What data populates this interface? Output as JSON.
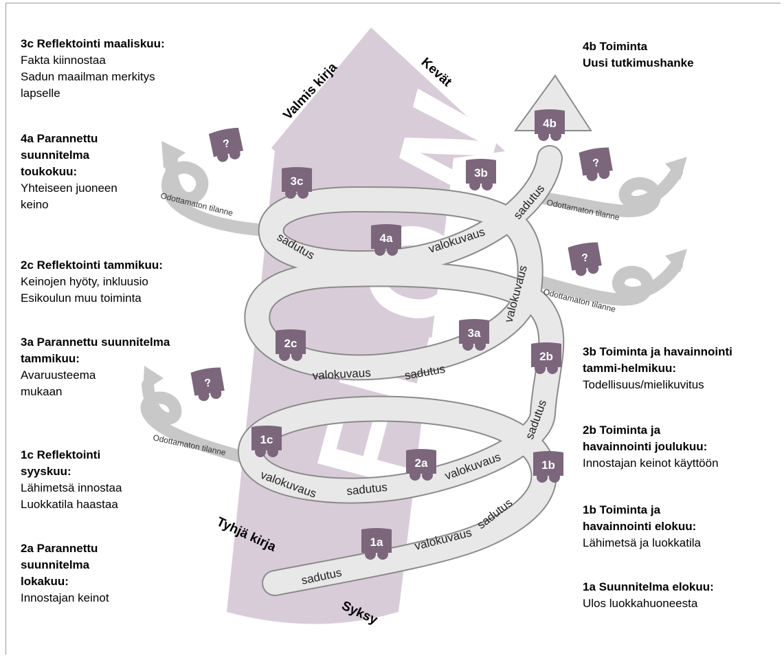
{
  "colors": {
    "flow_arrow": "#d9ccd9",
    "flow_text": "#ffffff",
    "spiral_fill": "#e8e8e8",
    "spiral_stroke": "#8a8a8a",
    "branch_arrow": "#c8c8c8",
    "node": "#7b667b",
    "node_text": "#ffffff"
  },
  "flow_label": "FLOW",
  "axis_labels": {
    "empty_book": "Tyhjä kirja",
    "autumn": "Syksy",
    "finished_book": "Valmis kirja",
    "spring": "Kevät"
  },
  "nodes": [
    "1a",
    "1b",
    "1c",
    "2a",
    "2b",
    "2c",
    "3a",
    "3b",
    "3c",
    "4a",
    "4b"
  ],
  "question_mark": "?",
  "band_words": {
    "sadutus": "sadutus",
    "valokuvaus": "valokuvaus",
    "unexpected": "Odottamaton tilanne"
  },
  "left_texts": [
    {
      "id": "3c",
      "heading": [
        "3c Reflektointi maaliskuu:"
      ],
      "body": [
        "Fakta kiinnostaa",
        "Sadun maailman merkitys",
        "lapselle"
      ]
    },
    {
      "id": "4a",
      "heading": [
        "4a Parannettu",
        "suunnitelma",
        "toukokuu:"
      ],
      "body": [
        "Yhteiseen juoneen",
        "keino"
      ]
    },
    {
      "id": "2c",
      "heading": [
        "2c Reflektointi tammikuu:"
      ],
      "body": [
        "Keinojen hyöty, inkluusio",
        "Esikoulun muu toiminta"
      ]
    },
    {
      "id": "3a",
      "heading": [
        "3a Parannettu suunnitelma",
        "tammikuu:"
      ],
      "body": [
        "Avaruusteema",
        "mukaan"
      ]
    },
    {
      "id": "1c",
      "heading": [
        "1c Reflektointi",
        "syyskuu:"
      ],
      "body": [
        "Lähimetsä innostaa",
        "Luokkatila haastaa"
      ]
    },
    {
      "id": "2a",
      "heading": [
        "2a Parannettu",
        "suunnitelma",
        "lokakuu:"
      ],
      "body": [
        "Innostajan keinot"
      ]
    }
  ],
  "right_texts": [
    {
      "id": "4b",
      "heading": [
        "4b Toiminta",
        "Uusi tutkimushanke"
      ],
      "body": []
    },
    {
      "id": "3b",
      "heading": [
        "3b Toiminta ja havainnointi",
        "tammi-helmikuu:"
      ],
      "body": [
        "Todellisuus/mielikuvitus"
      ]
    },
    {
      "id": "2b",
      "heading": [
        "2b Toiminta ja",
        "havainnointi joulukuu:"
      ],
      "body": [
        "Innostajan keinot käyttöön"
      ]
    },
    {
      "id": "1b",
      "heading": [
        "1b Toiminta ja",
        "havainnointi elokuu:"
      ],
      "body": [
        "Lähimetsä ja luokkatila"
      ]
    },
    {
      "id": "1a",
      "heading": [
        "1a Suunnitelma elokuu:"
      ],
      "body": [
        "Ulos luokkahuoneesta"
      ]
    }
  ]
}
